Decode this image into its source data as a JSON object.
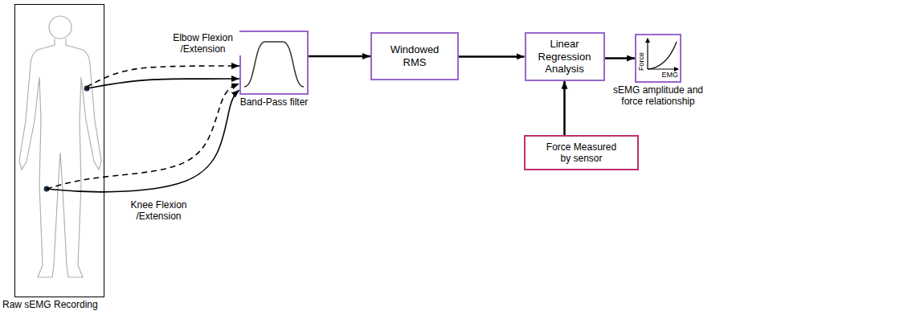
{
  "diagram": {
    "nodes": [
      {
        "text": [
          "Raw sEMG Recording"
        ]
      },
      {
        "text": [
          "Band-Pass filter"
        ]
      },
      {
        "text": [
          "Windowed RMS"
        ]
      },
      {
        "text": [
          "Linear Regression Analysis"
        ]
      },
      {
        "text": [
          "Force Measured by sensor"
        ]
      },
      {
        "text": [
          "Force",
          "EMG",
          "sEMG amplitude and force relationship"
        ]
      }
    ],
    "edges": [
      {
        "from": 0,
        "to": 1,
        "arrow": "to",
        "label": "Elbow Flexion /Extension"
      },
      {
        "from": 0,
        "to": 1,
        "arrow": "to"
      },
      {
        "from": 0,
        "to": 1,
        "arrow": "to",
        "label": "Knee Flexion /Extension"
      },
      {
        "from": 0,
        "to": 1,
        "arrow": "to"
      },
      {
        "from": 1,
        "to": 2,
        "arrow": "to"
      },
      {
        "from": 2,
        "to": 3,
        "arrow": "to"
      },
      {
        "from": 4,
        "to": 3,
        "arrow": "to"
      },
      {
        "from": 3,
        "to": 5,
        "arrow": "to"
      }
    ]
  }
}
